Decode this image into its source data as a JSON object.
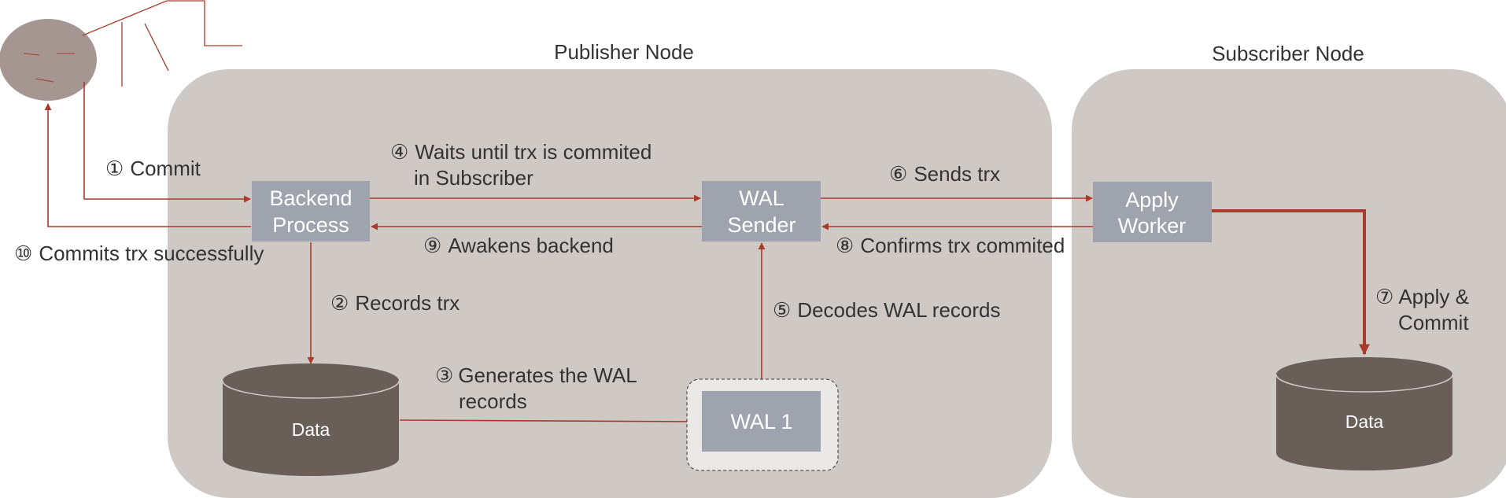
{
  "nodes": {
    "publisher_title": "Publisher Node",
    "subscriber_title": "Subscriber Node"
  },
  "boxes": {
    "backend": [
      "Backend",
      "Process"
    ],
    "wal_sender": [
      "WAL",
      "Sender"
    ],
    "apply_worker": [
      "Apply",
      "Worker"
    ],
    "wal_file": "WAL 1"
  },
  "stores": {
    "publisher_data": "Data",
    "subscriber_data": "Data"
  },
  "steps": [
    {
      "n": "①",
      "text": [
        "Commit"
      ]
    },
    {
      "n": "②",
      "text": [
        "Records trx"
      ]
    },
    {
      "n": "③",
      "text": [
        "Generates the WAL",
        "records"
      ]
    },
    {
      "n": "④",
      "text": [
        "Waits until trx is commited",
        "in Subscriber"
      ]
    },
    {
      "n": "⑤",
      "text": [
        "Decodes WAL records"
      ]
    },
    {
      "n": "⑥",
      "text": [
        "Sends trx"
      ]
    },
    {
      "n": "⑦",
      "text": [
        "Apply &",
        "Commit"
      ]
    },
    {
      "n": "⑧",
      "text": [
        "Confirms trx commited"
      ]
    },
    {
      "n": "⑨",
      "text": [
        "Awakens backend"
      ]
    },
    {
      "n": "⑩",
      "text": [
        "Commits trx successfully"
      ]
    }
  ],
  "colors": {
    "node_bg": "#cfc9c6",
    "process_box": "#9ea3ad",
    "datastore": "#6a5f58",
    "arrow": "#a93a2c",
    "text": "#333333",
    "wal_container_bg": "#ebe9e7"
  }
}
